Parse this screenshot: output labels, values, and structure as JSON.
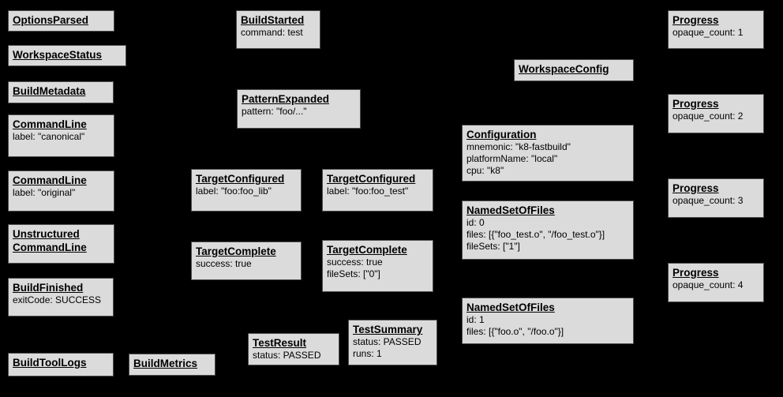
{
  "diagram": {
    "description": "Build event protocol graph: event boxes on black background",
    "colors": {
      "background": "#000000",
      "node_fill": "#dbdbdb",
      "node_border": "#4d4d4d",
      "node_text": "#000000"
    },
    "nodes": [
      {
        "title": "OptionsParsed"
      },
      {
        "title": "WorkspaceStatus"
      },
      {
        "title": "BuildMetadata"
      },
      {
        "title": "CommandLine",
        "line1": "label: \"canonical\""
      },
      {
        "title": "CommandLine",
        "line1": "label: \"original\""
      },
      {
        "title": "Unstructured",
        "title2": "CommandLine"
      },
      {
        "title": "BuildFinished",
        "line1": "exitCode: SUCCESS"
      },
      {
        "title": "BuildToolLogs"
      },
      {
        "title": "BuildMetrics"
      },
      {
        "title": "BuildStarted",
        "line1": "command: test"
      },
      {
        "title": "PatternExpanded",
        "line1": "pattern: \"foo/...\""
      },
      {
        "title": "TargetConfigured",
        "line1": "label: \"foo:foo_lib\""
      },
      {
        "title": "TargetConfigured",
        "line1": "label: \"foo:foo_test\""
      },
      {
        "title": "TargetComplete",
        "line1": "success: true"
      },
      {
        "title": "TargetComplete",
        "line1": "success: true",
        "line2": "fileSets: [\"0\"]"
      },
      {
        "title": "TestResult",
        "line1": "status: PASSED"
      },
      {
        "title": "TestSummary",
        "line1": "status: PASSED",
        "line2": "runs: 1"
      },
      {
        "title": "WorkspaceConfig"
      },
      {
        "title": "Configuration",
        "line1": "mnemonic: \"k8-fastbuild\"",
        "line2": "platformName: \"local\"",
        "line3": "cpu: \"k8\""
      },
      {
        "title": "NamedSetOfFiles",
        "line1": "id: 0",
        "line2": "files: [{\"foo_test.o\", \"/foo_test.o\"}]",
        "line3": "fileSets: [\"1\"]"
      },
      {
        "title": "NamedSetOfFiles",
        "line1": "id: 1",
        "line2": "files: [{\"foo.o\", \"/foo.o\"}]"
      },
      {
        "title": "Progress",
        "line1": "opaque_count: 1"
      },
      {
        "title": "Progress",
        "line1": "opaque_count: 2"
      },
      {
        "title": "Progress",
        "line1": "opaque_count: 3"
      },
      {
        "title": "Progress",
        "line1": "opaque_count: 4"
      }
    ]
  }
}
